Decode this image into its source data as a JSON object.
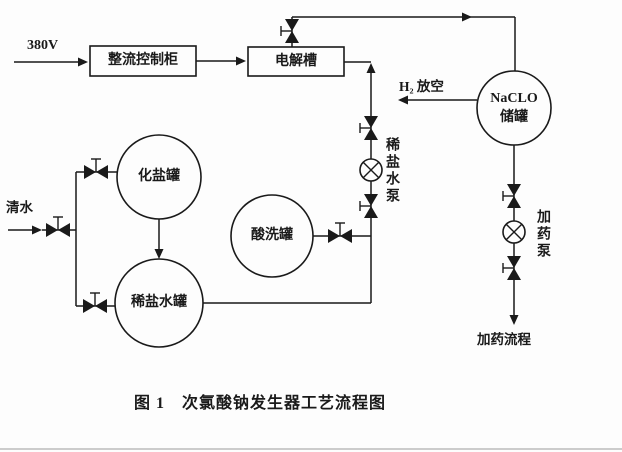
{
  "colors": {
    "ink": "#1a1a1a",
    "background": "#fdfdfd"
  },
  "labels": {
    "power": "380V",
    "rectifier": "整流控制柜",
    "electrolyzer": "电解槽",
    "h2_vent": "H₂ 放空",
    "naclo_line1": "NaCLO",
    "naclo_line2": "储罐",
    "salt_tank": "化盐罐",
    "brine_tank": "稀盐水罐",
    "acid_tank": "酸洗罐",
    "water": "清水",
    "brine_pump": "稀盐水泵",
    "dosing_pump": "加药泵",
    "dosing_flow": "加药流程"
  },
  "caption": "图 1　次氯酸钠发生器工艺流程图",
  "icons": {
    "valve-icon": "bowtie gate-valve symbol (two filled triangles with stem)",
    "pump-icon": "circle with X (pump)",
    "arrowhead-icon": "solid triangle flow arrow"
  }
}
